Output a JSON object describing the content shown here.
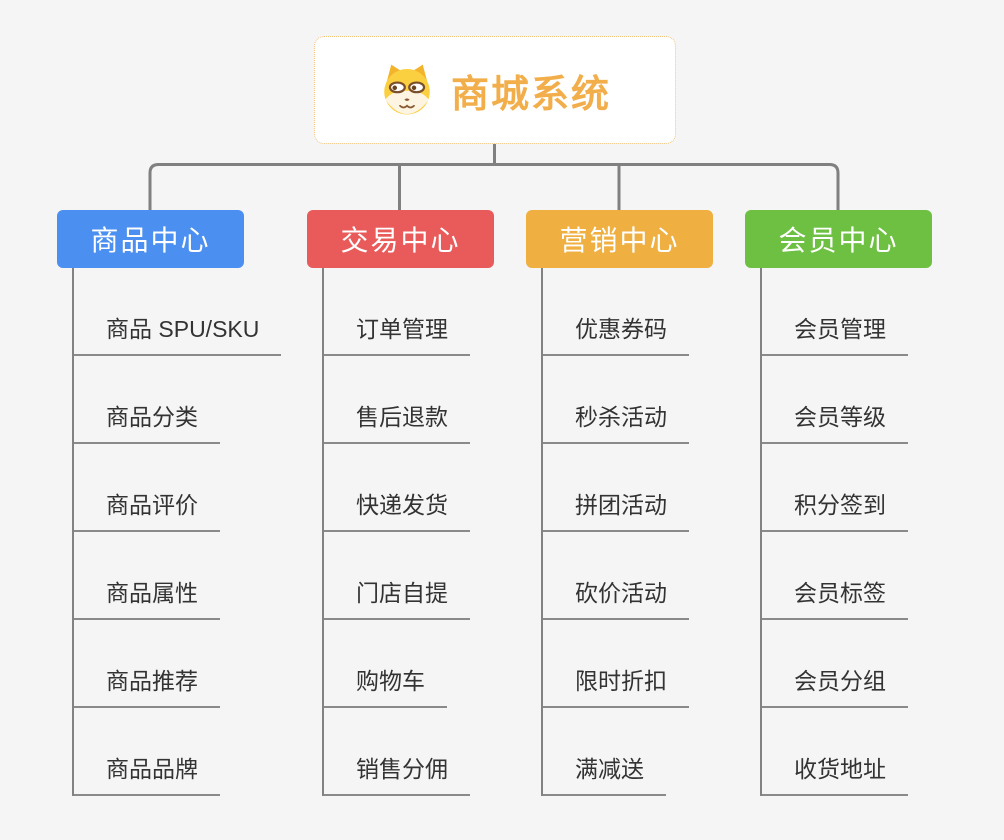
{
  "page": {
    "background_color": "#f5f5f6",
    "connector_color": "#808080",
    "underline_color": "#8a8a8a",
    "item_text_color": "#333333"
  },
  "root": {
    "title": "商城系统",
    "icon": "dog-face-icon",
    "title_color": "#f2ae4a",
    "border_color": "#f2c178"
  },
  "branches": [
    {
      "label": "商品中心",
      "color": "#4b8ff0",
      "items": [
        "商品 SPU/SKU",
        "商品分类",
        "商品评价",
        "商品属性",
        "商品推荐",
        "商品品牌"
      ]
    },
    {
      "label": "交易中心",
      "color": "#e95b5b",
      "items": [
        "订单管理",
        "售后退款",
        "快递发货",
        "门店自提",
        "购物车",
        "销售分佣"
      ]
    },
    {
      "label": "营销中心",
      "color": "#efaf41",
      "items": [
        "优惠券码",
        "秒杀活动",
        "拼团活动",
        "砍价活动",
        "限时折扣",
        "满减送"
      ]
    },
    {
      "label": "会员中心",
      "color": "#6ec042",
      "items": [
        "会员管理",
        "会员等级",
        "积分签到",
        "会员标签",
        "会员分组",
        "收货地址"
      ]
    }
  ]
}
